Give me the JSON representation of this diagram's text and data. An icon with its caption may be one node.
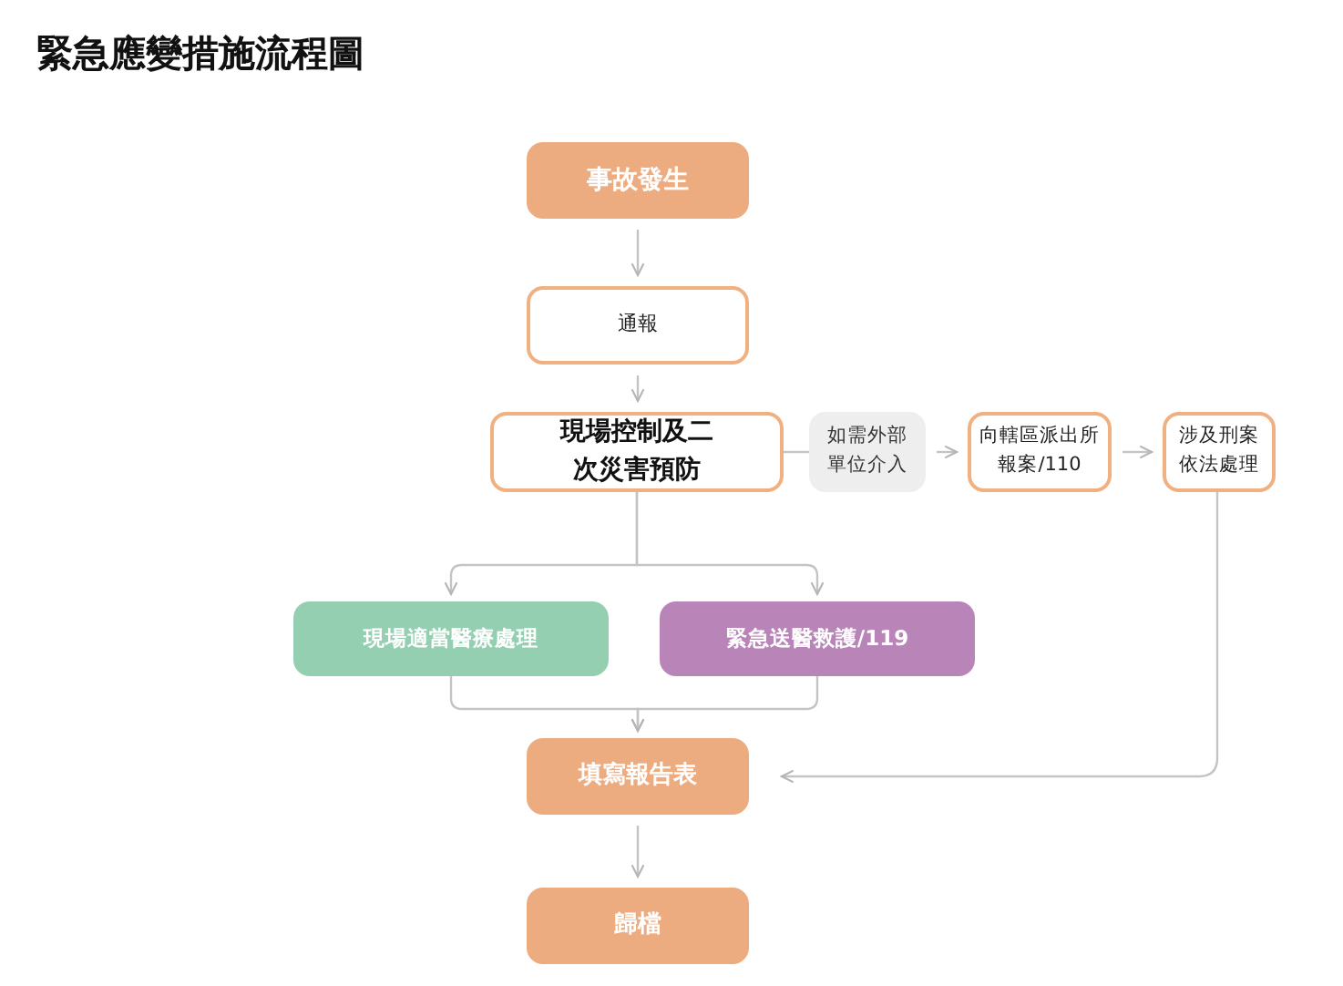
{
  "diagram": {
    "title": "緊急應變措施流程圖",
    "nodes": [
      {
        "text": [
          "事故發生"
        ]
      },
      {
        "text": [
          "通報"
        ]
      },
      {
        "text": [
          "現場控制及二次災害預防"
        ]
      },
      {
        "text": [
          "如需外部單位介入"
        ]
      },
      {
        "text": [
          "向轄區派出所報案/110"
        ]
      },
      {
        "text": [
          "涉及刑案依法處理"
        ]
      },
      {
        "text": [
          "現場適當醫療處理"
        ]
      },
      {
        "text": [
          "緊急送醫救護/119"
        ]
      },
      {
        "text": [
          "填寫報告表"
        ]
      },
      {
        "text": [
          "歸檔"
        ]
      }
    ],
    "edges": [
      {
        "from": 0,
        "to": 1,
        "arrow": "to"
      },
      {
        "from": 1,
        "to": 2,
        "arrow": "to"
      },
      {
        "from": 2,
        "to": 3,
        "arrow": "none"
      },
      {
        "from": 3,
        "to": 4,
        "arrow": "to"
      },
      {
        "from": 4,
        "to": 5,
        "arrow": "to"
      },
      {
        "from": 2,
        "to": 6,
        "arrow": "to"
      },
      {
        "from": 2,
        "to": 7,
        "arrow": "to"
      },
      {
        "from": 6,
        "to": 8,
        "arrow": "to"
      },
      {
        "from": 7,
        "to": 8,
        "arrow": "to"
      },
      {
        "from": 5,
        "to": 8,
        "arrow": "to"
      },
      {
        "from": 8,
        "to": 9,
        "arrow": "to"
      }
    ]
  }
}
